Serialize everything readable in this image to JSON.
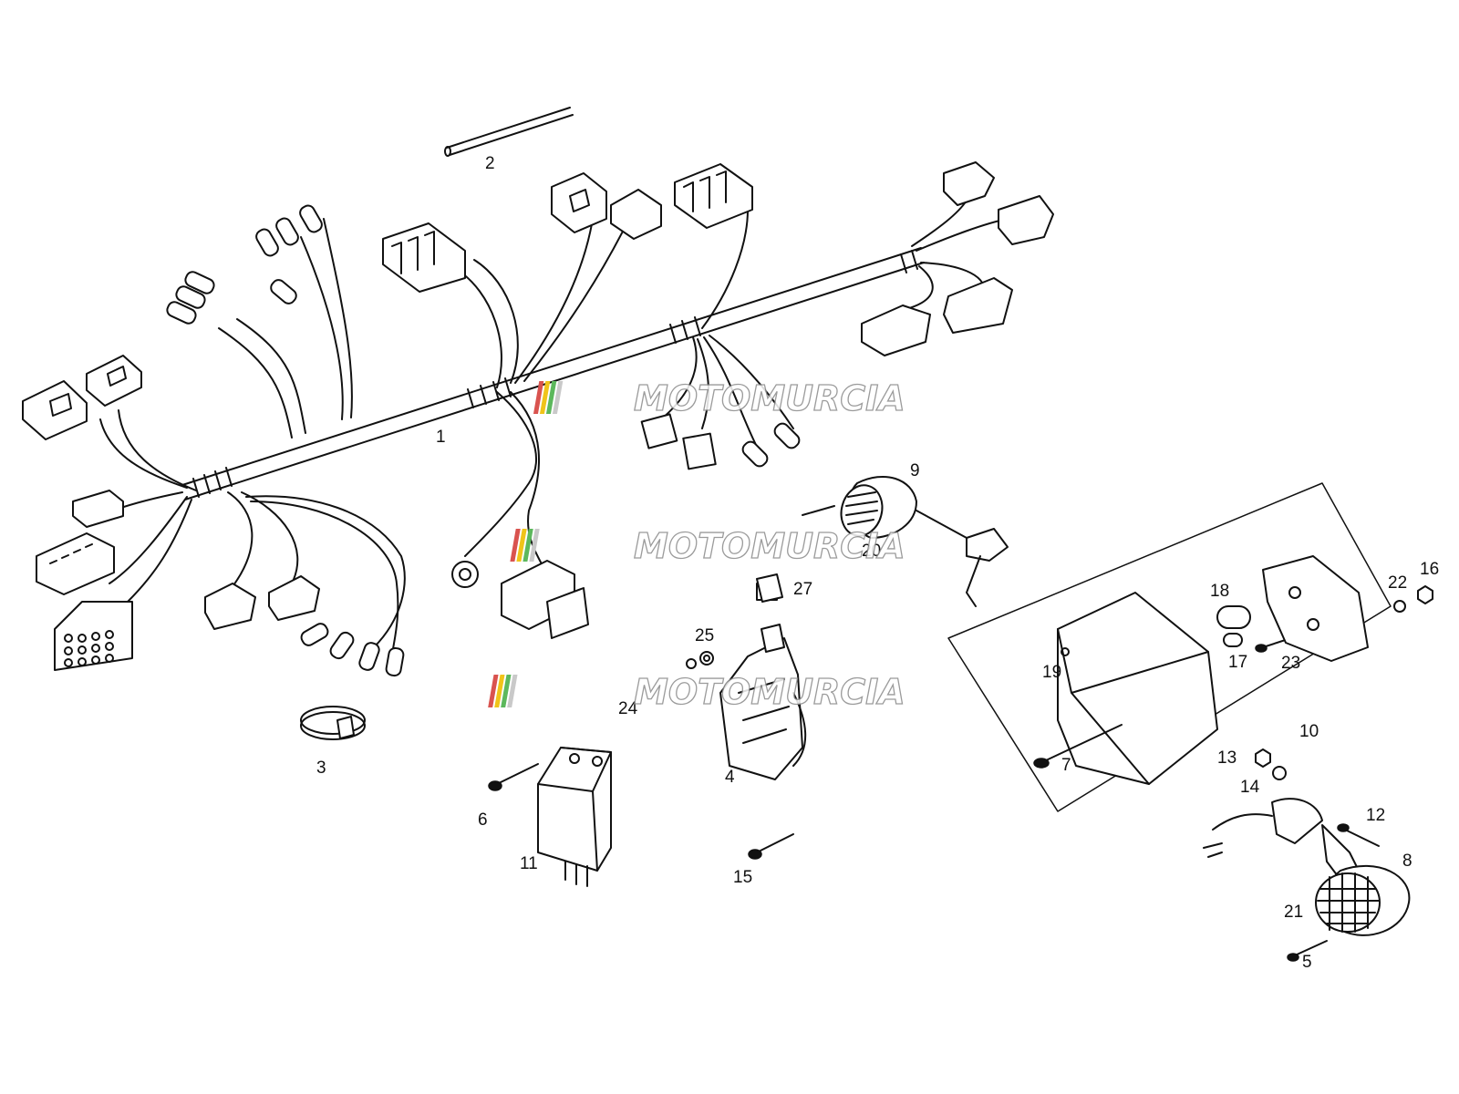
{
  "diagram": {
    "part_labels": [
      "1",
      "2",
      "3",
      "4",
      "5",
      "6",
      "7",
      "8",
      "9",
      "10",
      "11",
      "12",
      "13",
      "14",
      "15",
      "16",
      "17",
      "18",
      "19",
      "20",
      "21",
      "22",
      "23",
      "24",
      "25",
      "27"
    ],
    "watermark": {
      "text": "MOTOMURCIA",
      "stripe_colors": [
        "#d9534f",
        "#f0c419",
        "#5cb85c",
        "#c9c9c9"
      ]
    }
  }
}
